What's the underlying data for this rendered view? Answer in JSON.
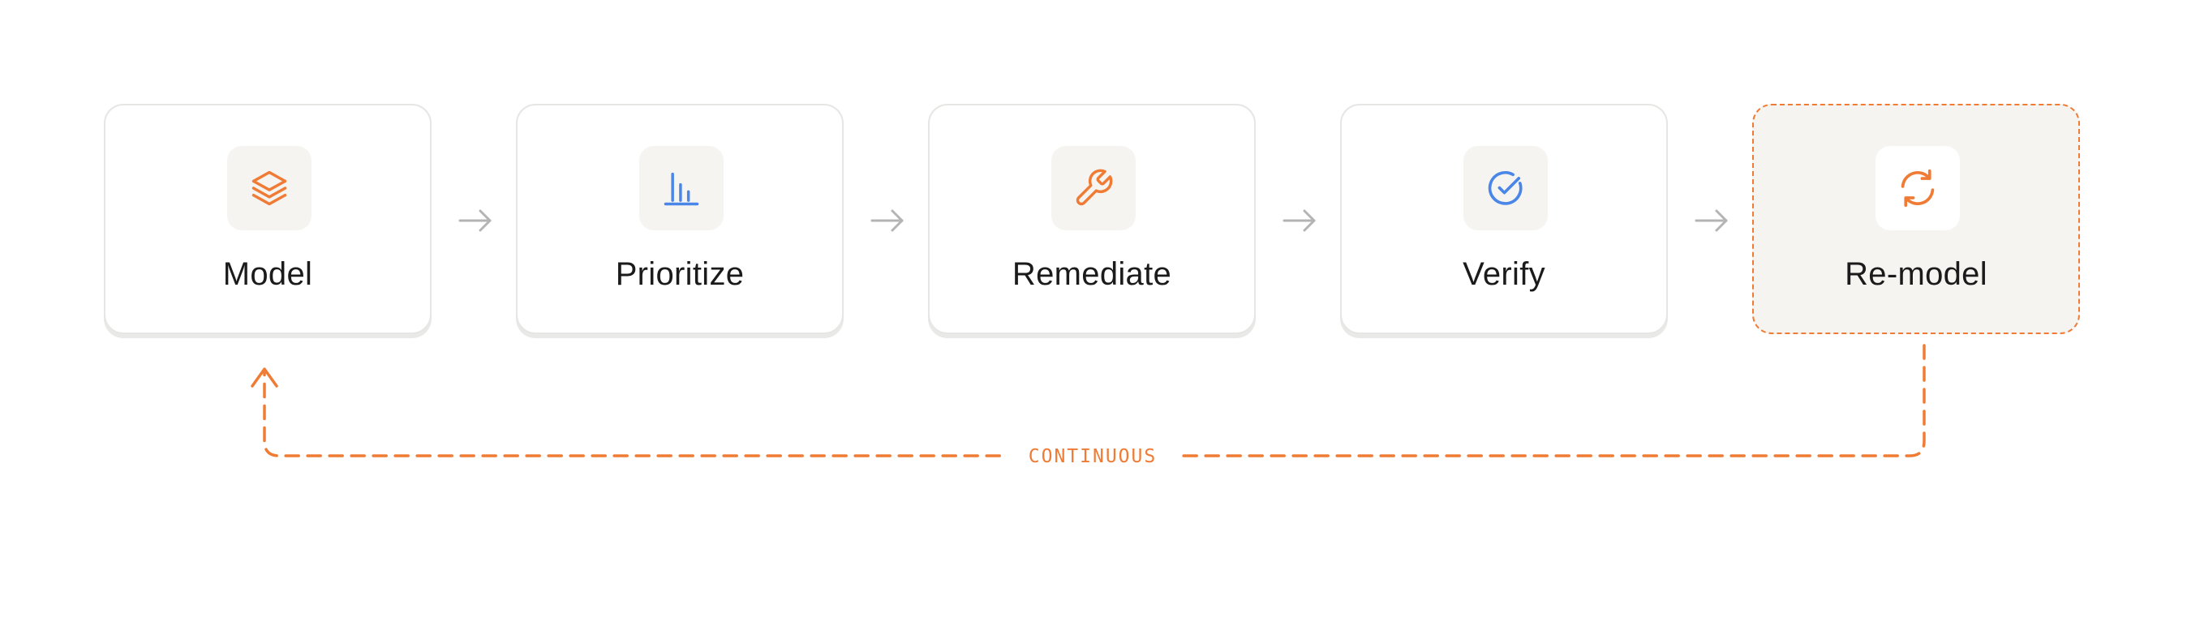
{
  "steps": [
    {
      "label": "Model",
      "icon": "layers-icon",
      "color": "#ef7b34"
    },
    {
      "label": "Prioritize",
      "icon": "bar-chart-icon",
      "color": "#4a86e8"
    },
    {
      "label": "Remediate",
      "icon": "wrench-icon",
      "color": "#ef7b34"
    },
    {
      "label": "Verify",
      "icon": "check-circle-icon",
      "color": "#4a86e8"
    },
    {
      "label": "Re-model",
      "icon": "refresh-icon",
      "color": "#ef7b34"
    }
  ],
  "loop": {
    "label": "CONTINUOUS",
    "color": "#ef7b34"
  }
}
